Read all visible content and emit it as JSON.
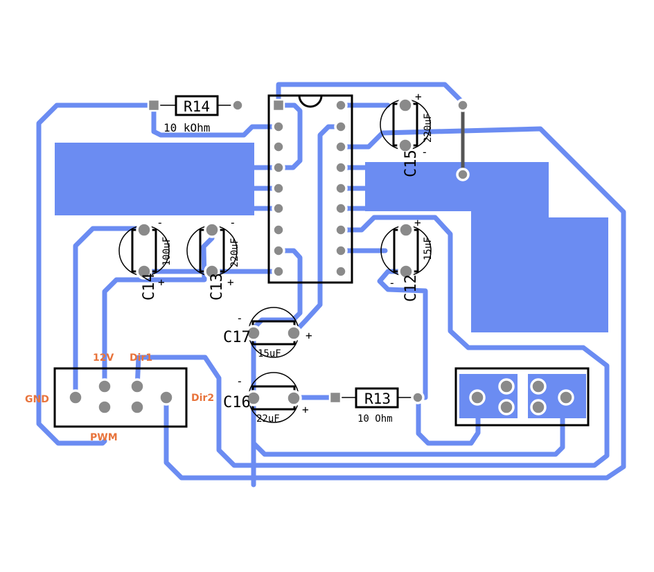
{
  "components": {
    "r14": {
      "ref": "R14",
      "value": "10 kOhm"
    },
    "r13": {
      "ref": "R13",
      "value": "10 Ohm"
    },
    "c12": {
      "ref": "C12",
      "value": "15uF"
    },
    "c13": {
      "ref": "C13",
      "value": "220uF"
    },
    "c14": {
      "ref": "C14",
      "value": "100uF"
    },
    "c15": {
      "ref": "C15",
      "value": "220uF"
    },
    "c16": {
      "ref": "C16",
      "value": "22uF"
    },
    "c17": {
      "ref": "C17",
      "value": "15uF"
    }
  },
  "polarity": {
    "plus": "+",
    "minus": "-"
  },
  "connector": {
    "gnd": "GND",
    "v12": "12V",
    "dir1": "Dir1",
    "dir2": "Dir2",
    "pwm": "PWM"
  },
  "colors": {
    "copper": "#6b8cf2",
    "pad": "#8a8a8a",
    "silkscreen": "#000000",
    "connector_label": "#e8743c"
  }
}
